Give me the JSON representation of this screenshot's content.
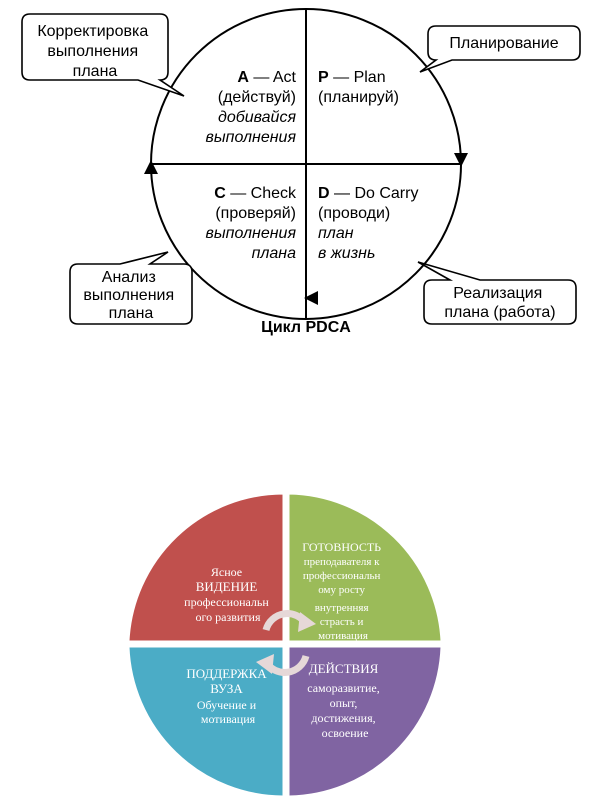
{
  "pdca": {
    "title": "Цикл PDCA",
    "callouts": {
      "top_left": [
        "Корректировка",
        "выполнения",
        "плана"
      ],
      "top_right": [
        "Планирование"
      ],
      "bottom_left": [
        "Анализ",
        "выполнения",
        "плана"
      ],
      "bottom_right": [
        "Реализация",
        "плана (работа)"
      ]
    },
    "quadrants": {
      "act": {
        "letter": "A",
        "rest": " — Act",
        "line2": "(действуй)",
        "line3": "добивайся",
        "line4": "выполнения"
      },
      "plan": {
        "letter": "P",
        "rest": " — Plan",
        "line2": "(планируй)"
      },
      "check": {
        "letter": "C",
        "rest": " — Check",
        "line2": "(проверяй)",
        "line3": "выполнения",
        "line4": "плана"
      },
      "do": {
        "letter": "D",
        "rest": " — Do Carry",
        "line2": "(проводи)",
        "line3": "план",
        "line4": "в жизнь"
      }
    }
  },
  "quad": {
    "colors": {
      "red": "#c0504d",
      "green": "#9bbb59",
      "blue": "#4bacc6",
      "purple": "#8064a2"
    },
    "vision": [
      "Ясное",
      "ВИДЕНИЕ",
      "профессиональн",
      "ого развития"
    ],
    "readiness": [
      "ГОТОВНОСТЬ",
      "преподавателя к",
      "профессиональн",
      "ому росту",
      "внутренняя",
      "страсть и",
      "мотивация"
    ],
    "support": [
      "ПОДДЕРЖКА",
      "ВУЗА",
      "Обучение и",
      "мотивация"
    ],
    "actions": [
      "ДЕЙСТВИЯ",
      "саморазвитие,",
      "опыт,",
      "достижения,",
      "освоение"
    ]
  }
}
